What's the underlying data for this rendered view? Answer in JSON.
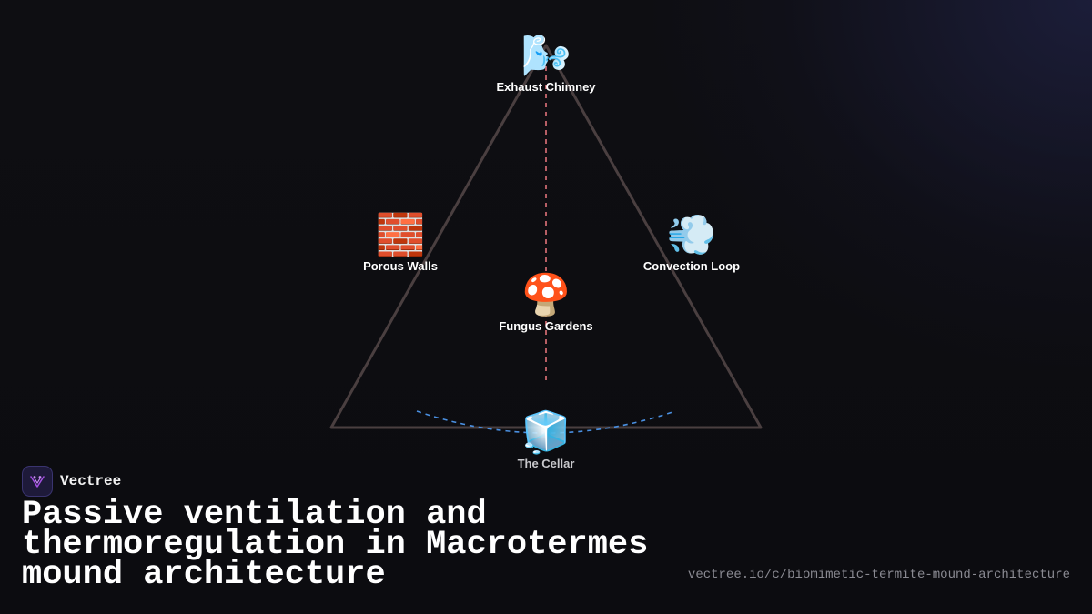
{
  "nodes": {
    "exhaust": {
      "icon": "🌬️",
      "icon_name": "wind-icon",
      "label": "Exhaust Chimney"
    },
    "walls": {
      "icon": "🧱",
      "icon_name": "brick-icon",
      "label": "Porous Walls"
    },
    "convection": {
      "icon": "💨",
      "icon_name": "dash-wind-icon",
      "label": "Convection Loop"
    },
    "fungus": {
      "icon": "🍄",
      "icon_name": "mushroom-icon",
      "label": "Fungus Gardens"
    },
    "cellar": {
      "icon": "🧊",
      "icon_name": "ice-cube-icon",
      "label": "The Cellar"
    }
  },
  "brand": {
    "name": "Vectree",
    "logo_icon": "vectree-logo-icon"
  },
  "title": "Passive ventilation and thermoregulation in Macrotermes mound architecture",
  "url": "vectree.io/c/biomimetic-termite-mound-architecture",
  "colors": {
    "background": "#0e0e12",
    "triangle_stroke": "#4a3f40",
    "hot_airflow": "#e0737a",
    "cool_airflow": "#4a90e2",
    "logo_accent": "#a24fe0"
  }
}
